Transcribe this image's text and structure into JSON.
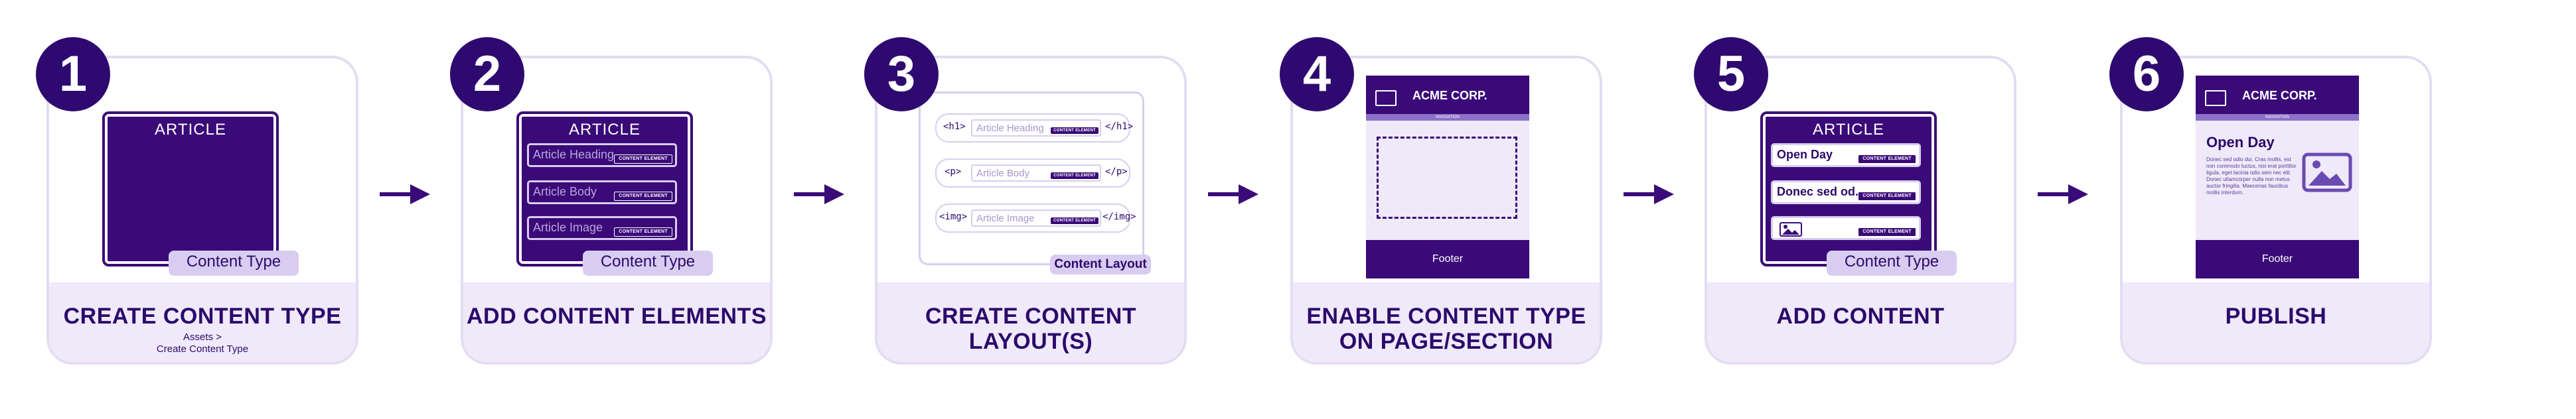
{
  "steps": [
    {
      "number": "1",
      "title": "CREATE CONTENT TYPE",
      "subtitle_line1": "Assets >",
      "subtitle_line2": "Create Content Type",
      "box_heading": "ARTICLE",
      "tag": "Content Type"
    },
    {
      "number": "2",
      "title": "ADD CONTENT ELEMENTS",
      "box_heading": "ARTICLE",
      "tag": "Content Type",
      "fields": [
        "Article Heading",
        "Article Body",
        "Article Image"
      ],
      "element_label": "CONTENT ELEMENT"
    },
    {
      "number": "3",
      "title_line1": "CREATE CONTENT",
      "title_line2": "LAYOUT(S)",
      "tag": "Content Layout",
      "rows": [
        {
          "open": "<h1>",
          "field": "Article Heading",
          "close": "</h1>"
        },
        {
          "open": "<p>",
          "field": "Article Body",
          "close": "</p>"
        },
        {
          "open": "<img>",
          "field": "Article Image",
          "close": "</img>"
        }
      ],
      "element_label": "CONTENT ELEMENT"
    },
    {
      "number": "4",
      "title_line1": "ENABLE CONTENT TYPE",
      "title_line2": "ON PAGE/SECTION",
      "brand": "ACME CORP.",
      "nav": "NAVIGATION",
      "footer": "Footer"
    },
    {
      "number": "5",
      "title": "ADD CONTENT",
      "box_heading": "ARTICLE",
      "tag": "Content Type",
      "fields": [
        "Open Day",
        "Donec sed od..."
      ],
      "element_label": "CONTENT ELEMENT"
    },
    {
      "number": "6",
      "title": "PUBLISH",
      "brand": "ACME CORP.",
      "nav": "NAVIGATION",
      "heading": "Open Day",
      "body": "Donec sed odio dui. Cras mollis, est non commodo luctus, nisi erat porttitor ligula, eget lacinia odio sem nec elit. Donec ullamcorper nulla non metus auctor fringilla. Maecenas faucibus mollis interdum.",
      "footer": "Footer"
    }
  ],
  "colors": {
    "primary": "#3a0a78",
    "accent_light": "#efe9f9",
    "tag_bg": "#d9ccf1",
    "card_border": "#e3dcf3"
  }
}
